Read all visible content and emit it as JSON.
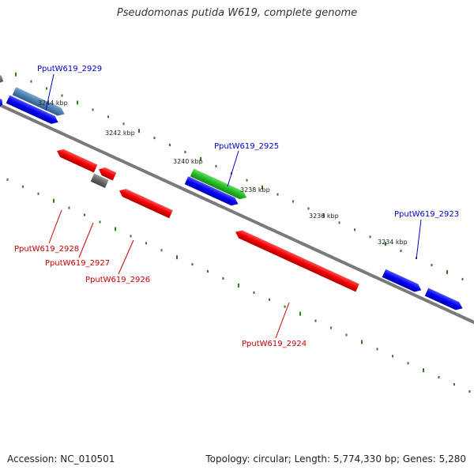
{
  "title": "Pseudomonas putida W619, complete genome",
  "footer": {
    "accession": "Accession: NC_010501",
    "topology": "Topology: circular; Length: 5,774,330 bp; Genes: 5,280"
  },
  "colors": {
    "backbone": "#7a7a7a",
    "tick": "#2f7d1e",
    "gene_forward": "#0000ee",
    "gene_reverse": "#ee0000",
    "gene_other": "#666666",
    "gene_rna": "#22bb22",
    "gene_steelblue": "#4a7fb0",
    "label_blue": "#0000cc",
    "label_red": "#cc0000"
  },
  "tick_labels": [
    "3244 kbp",
    "3242 kbp",
    "3240 kbp",
    "3238 kbp",
    "3236 kbp",
    "3234 kbp"
  ],
  "gene_labels": [
    {
      "text": "PputW619_2929",
      "color": "blue"
    },
    {
      "text": "PputW619_2925",
      "color": "blue"
    },
    {
      "text": "PputW619_2923",
      "color": "blue"
    },
    {
      "text": "PputW619_2928",
      "color": "red"
    },
    {
      "text": "PputW619_2927",
      "color": "red"
    },
    {
      "text": "PputW619_2926",
      "color": "red"
    },
    {
      "text": "PputW619_2924",
      "color": "red"
    }
  ]
}
